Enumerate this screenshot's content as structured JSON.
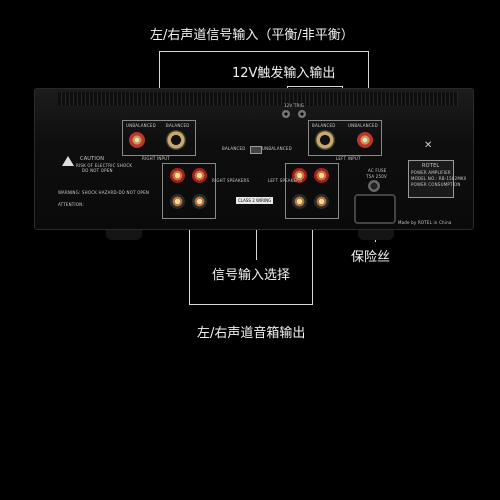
{
  "callouts": {
    "input": "左/右声道信号输入（平衡/非平衡）",
    "trigger": "12V触发输入输出",
    "fuse": "保险丝",
    "selector": "信号输入选择",
    "speaker": "左/右声道音箱输出"
  },
  "panel": {
    "unbalanced_left": "UNBALANCED",
    "balanced_left": "BALANCED",
    "right_input": "RIGHT INPUT",
    "unbalanced_right": "UNBALANCED",
    "balanced_right": "BALANCED",
    "left_input": "LEFT INPUT",
    "switch_balanced": "BALANCED",
    "switch_unbalanced": "UNBALANCED",
    "right_speakers": "RIGHT SPEAKERS",
    "left_speakers": "LEFT SPEAKERS",
    "class2": "CLASS 2 WIRING",
    "trigger_label": "12V TRIG",
    "caution_title": "CAUTION",
    "caution_1": "RISK OF ELECTRIC SHOCK",
    "caution_2": "DO NOT OPEN",
    "warning": "WARNING: SHOCK HAZARD-DO NOT OPEN",
    "attention": "ATTENTION:",
    "ac_fuse": "AC FUSE",
    "fuse_rating": "T5A 250V",
    "brand": "ROTEL",
    "model_line1": "POWER AMPLIFIER",
    "model_line2": "MODEL NO.: RB-1582MKII",
    "model_line3": "POWER CONSUMPTION",
    "made_in": "Made by ROTEL in China"
  }
}
